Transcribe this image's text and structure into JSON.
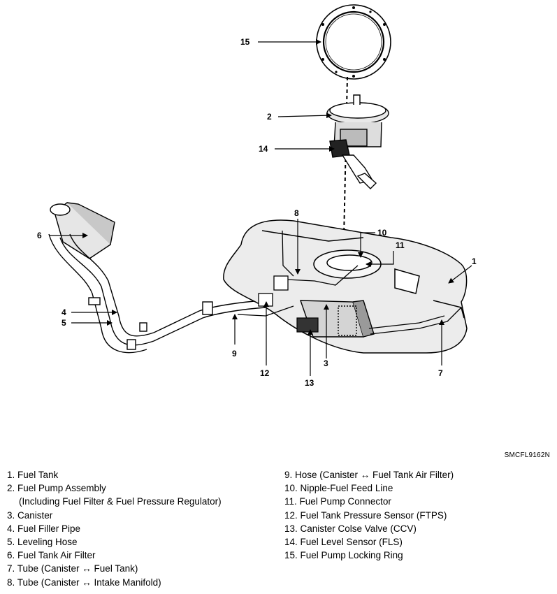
{
  "figure_code": "SMCFL9162N",
  "callouts": {
    "c1": "1",
    "c2": "2",
    "c3": "3",
    "c4": "4",
    "c5": "5",
    "c6": "6",
    "c7": "7",
    "c8": "8",
    "c9": "9",
    "c10": "10",
    "c11": "11",
    "c12": "12",
    "c13": "13",
    "c14": "14",
    "c15": "15"
  },
  "legend": {
    "left": [
      "1. Fuel Tank",
      "2. Fuel Pump Assembly",
      "(Including Fuel Filter & Fuel Pressure Regulator)",
      "3. Canister",
      "4. Fuel Filler Pipe",
      "5. Leveling Hose",
      "6. Fuel Tank Air Filter",
      "7. Tube (Canister ↔ Fuel Tank)",
      "8. Tube (Canister ↔ Intake Manifold)"
    ],
    "right": [
      "9. Hose (Canister ↔ Fuel Tank Air Filter)",
      "10. Nipple-Fuel Feed Line",
      "11. Fuel Pump Connector",
      "12. Fuel Tank Pressure Sensor (FTPS)",
      "13. Canister Colse Valve (CCV)",
      "14. Fuel Level Sensor (FLS)",
      "15. Fuel Pump Locking Ring"
    ]
  }
}
